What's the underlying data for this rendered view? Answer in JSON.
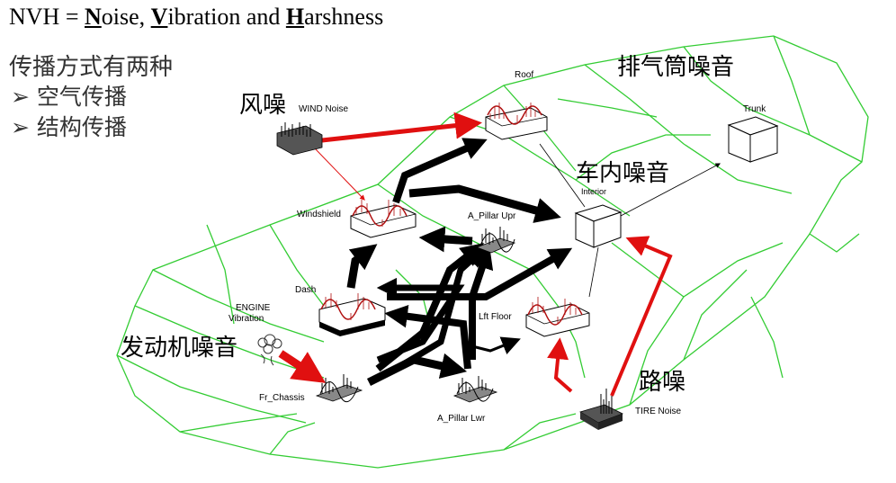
{
  "title": {
    "prefix": "NVH = ",
    "n": "N",
    "n_rest": "oise, ",
    "v": "V",
    "v_rest": "ibration and ",
    "h": "H",
    "h_rest": "arshness"
  },
  "propagation": {
    "heading": "传播方式有两种",
    "bullet_symbol": "➢",
    "items": [
      "空气传播",
      "结构传播"
    ]
  },
  "cn_labels": {
    "wind_noise": "风噪",
    "exhaust_noise": "排气筒噪音",
    "interior_noise": "车内噪音",
    "engine_noise": "发动机噪音",
    "road_noise": "路噪"
  },
  "nodes": {
    "roof": "Roof",
    "wind_noise": "WIND Noise",
    "trunk": "Trunk",
    "interior": "Interior",
    "windshield": "Windshield",
    "a_pillar_upr": "A_Pillar Upr",
    "dash": "Dash",
    "engine": "ENGINE",
    "vibration": "Vibration",
    "lft_floor": "Lft Floor",
    "fr_chassis": "Fr_Chassis",
    "a_pillar_lwr": "A_Pillar Lwr",
    "tire_noise": "TIRE Noise"
  },
  "colors": {
    "car_outline": "#33cc33",
    "airborne_path": "#e01010",
    "structure_path": "#000000",
    "wave": "#b01010"
  }
}
